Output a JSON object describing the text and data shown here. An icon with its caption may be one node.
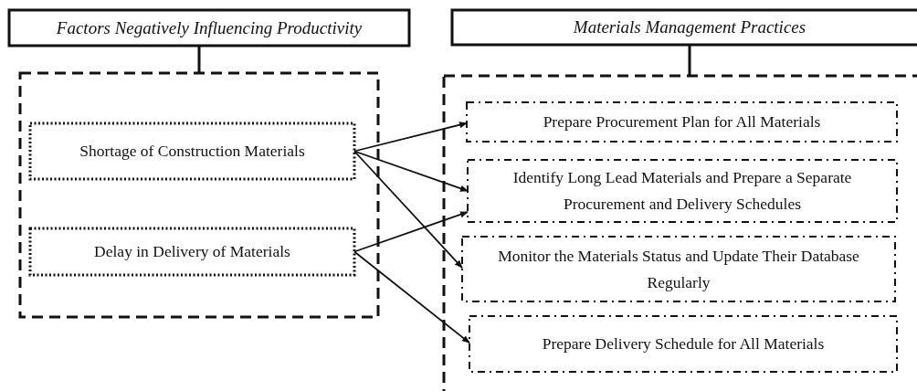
{
  "diagram": {
    "nodes": [
      {
        "text": [
          "Factors Negatively Influencing Productivity"
        ]
      },
      {
        "text": [],
        "shape": "box"
      },
      {
        "text": [
          "Shortage of Construction Materials"
        ],
        "in": 1
      },
      {
        "text": [
          "Delay in Delivery of Materials"
        ],
        "in": 1
      },
      {
        "text": [
          "Materials Management Practices"
        ]
      },
      {
        "text": [],
        "shape": "box"
      },
      {
        "text": [
          "Prepare Procurement Plan for All Materials"
        ],
        "in": 5
      },
      {
        "text": [
          "Identify Long Lead Materials and Prepare a Separate Procurement and Delivery Schedules"
        ],
        "in": 5
      },
      {
        "text": [
          "Monitor the Materials Status and Update Their Database Regularly"
        ],
        "in": 5
      },
      {
        "text": [
          "Prepare Delivery Schedule for All Materials"
        ],
        "in": 5
      }
    ],
    "edges": [
      {
        "from": 0,
        "to": 1,
        "arrow": "none"
      },
      {
        "from": 4,
        "to": 5,
        "arrow": "none"
      },
      {
        "from": 2,
        "to": 6,
        "arrow": "to"
      },
      {
        "from": 2,
        "to": 7,
        "arrow": "to"
      },
      {
        "from": 2,
        "to": 8,
        "arrow": "to"
      },
      {
        "from": 3,
        "to": 7,
        "arrow": "to"
      },
      {
        "from": 3,
        "to": 9,
        "arrow": "to"
      }
    ]
  }
}
